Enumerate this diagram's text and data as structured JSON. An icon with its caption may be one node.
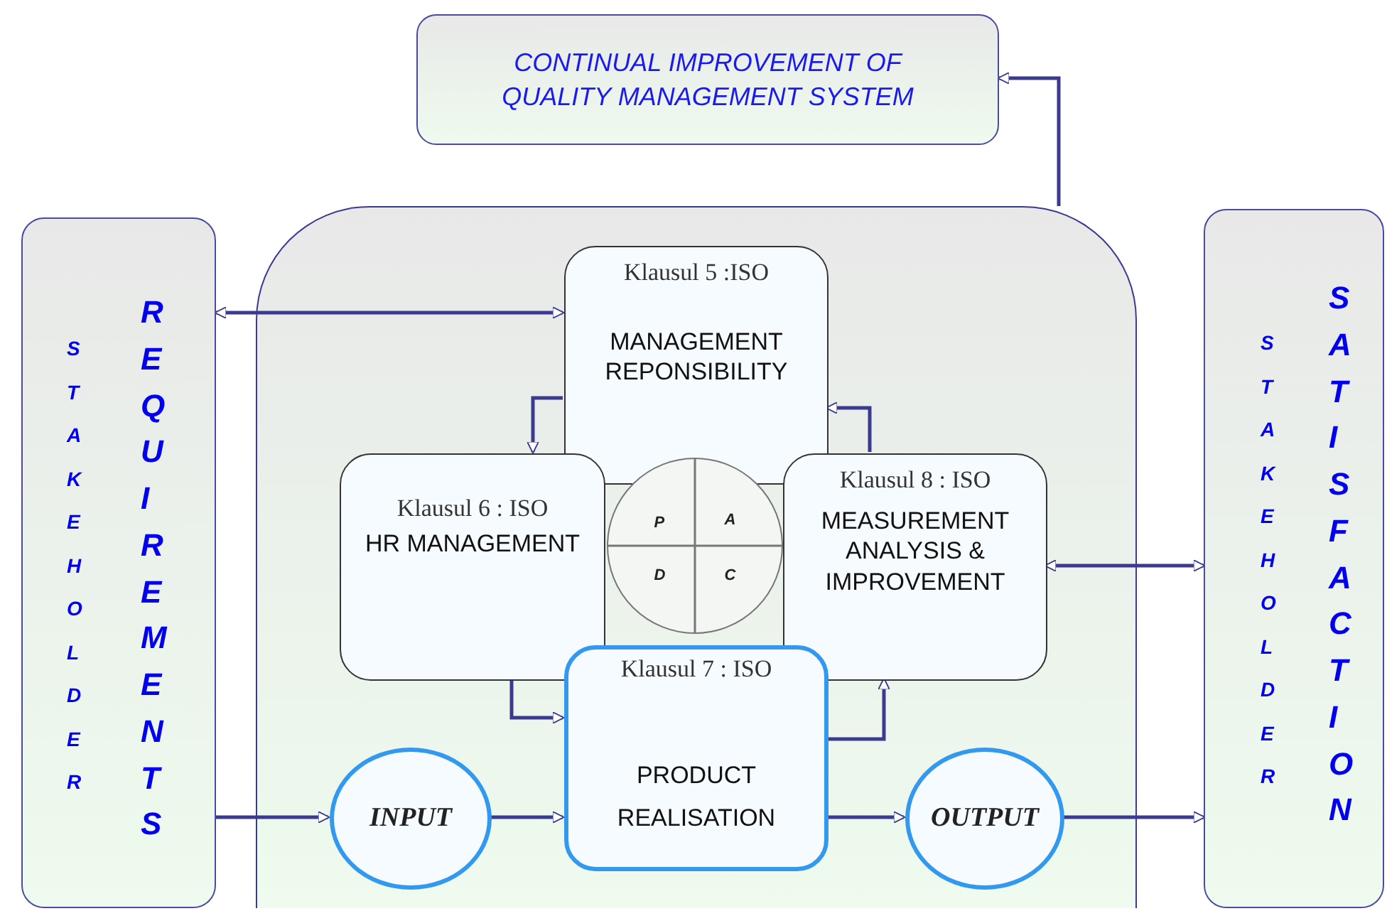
{
  "diagram": {
    "nodes": [
      {
        "text": [
          "STAKEHOLDER",
          "REQUIREMENTS"
        ]
      },
      {
        "text": [
          "CONTINUAL IMPROVEMENT OF QUALITY MANAGEMENT SYSTEM"
        ]
      },
      {
        "text": [],
        "shape": "box"
      },
      {
        "text": [
          "Klausul 5 :ISO",
          "MANAGEMENT REPONSIBILITY"
        ],
        "in": 2
      },
      {
        "text": [
          "Klausul 6 : ISO",
          "HR MANAGEMENT"
        ],
        "in": 2
      },
      {
        "text": [
          "P",
          "A",
          "D",
          "C"
        ],
        "in": 2
      },
      {
        "text": [
          "Klausul 8 : ISO",
          "MEASUREMENT ANALYSIS & IMPROVEMENT"
        ],
        "in": 2
      },
      {
        "text": [
          "Klausul 7 : ISO",
          "PRODUCT REALISATION"
        ],
        "in": 2
      },
      {
        "text": [
          "INPUT"
        ],
        "in": 2
      },
      {
        "text": [
          "OUTPUT"
        ],
        "in": 2
      },
      {
        "text": [
          "STAKEHOLDER",
          "SATISFACTION"
        ]
      }
    ],
    "edges": [
      {
        "from": 0,
        "to": 3,
        "arrow": "both"
      },
      {
        "from": 3,
        "to": 4,
        "arrow": "to"
      },
      {
        "from": 6,
        "to": 3,
        "arrow": "to"
      },
      {
        "from": 4,
        "to": 7,
        "arrow": "to"
      },
      {
        "from": 7,
        "to": 6,
        "arrow": "to"
      },
      {
        "from": 6,
        "to": 10,
        "arrow": "both"
      },
      {
        "from": 0,
        "to": 8,
        "arrow": "to"
      },
      {
        "from": 8,
        "to": 7,
        "arrow": "to"
      },
      {
        "from": 7,
        "to": 9,
        "arrow": "to"
      },
      {
        "from": 9,
        "to": 10,
        "arrow": "to"
      },
      {
        "from": 2,
        "to": 1,
        "arrow": "to"
      }
    ]
  }
}
